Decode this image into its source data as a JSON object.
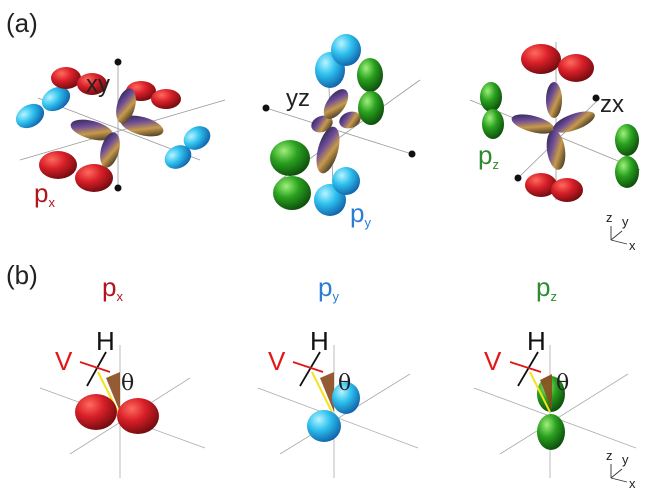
{
  "colors": {
    "px": "#b0151e",
    "py": "#2a7fd4",
    "pz": "#2e8b2e",
    "h_line": "#111111",
    "v_line": "#e01818",
    "yellow_line": "#f4e21a",
    "theta_wedge": "#8a4a1e"
  },
  "panel_a": {
    "label": "(a)",
    "plots": [
      {
        "plane": "xy",
        "orbital_main": "p",
        "orbital_sub": "x"
      },
      {
        "plane": "yz",
        "orbital_main": "p",
        "orbital_sub": "y"
      },
      {
        "plane": "zx",
        "orbital_main": "p",
        "orbital_sub": "z"
      }
    ],
    "axes_legend": {
      "z": "z",
      "y": "y",
      "x": "x"
    }
  },
  "panel_b": {
    "label": "(b)",
    "plots": [
      {
        "orbital_main": "p",
        "orbital_sub": "x",
        "h": "H",
        "v": "V",
        "angle": "θ"
      },
      {
        "orbital_main": "p",
        "orbital_sub": "y",
        "h": "H",
        "v": "V",
        "angle": "θ"
      },
      {
        "orbital_main": "p",
        "orbital_sub": "z",
        "h": "H",
        "v": "V",
        "angle": "θ"
      }
    ],
    "axes_legend": {
      "z": "z",
      "y": "y",
      "x": "x"
    }
  }
}
